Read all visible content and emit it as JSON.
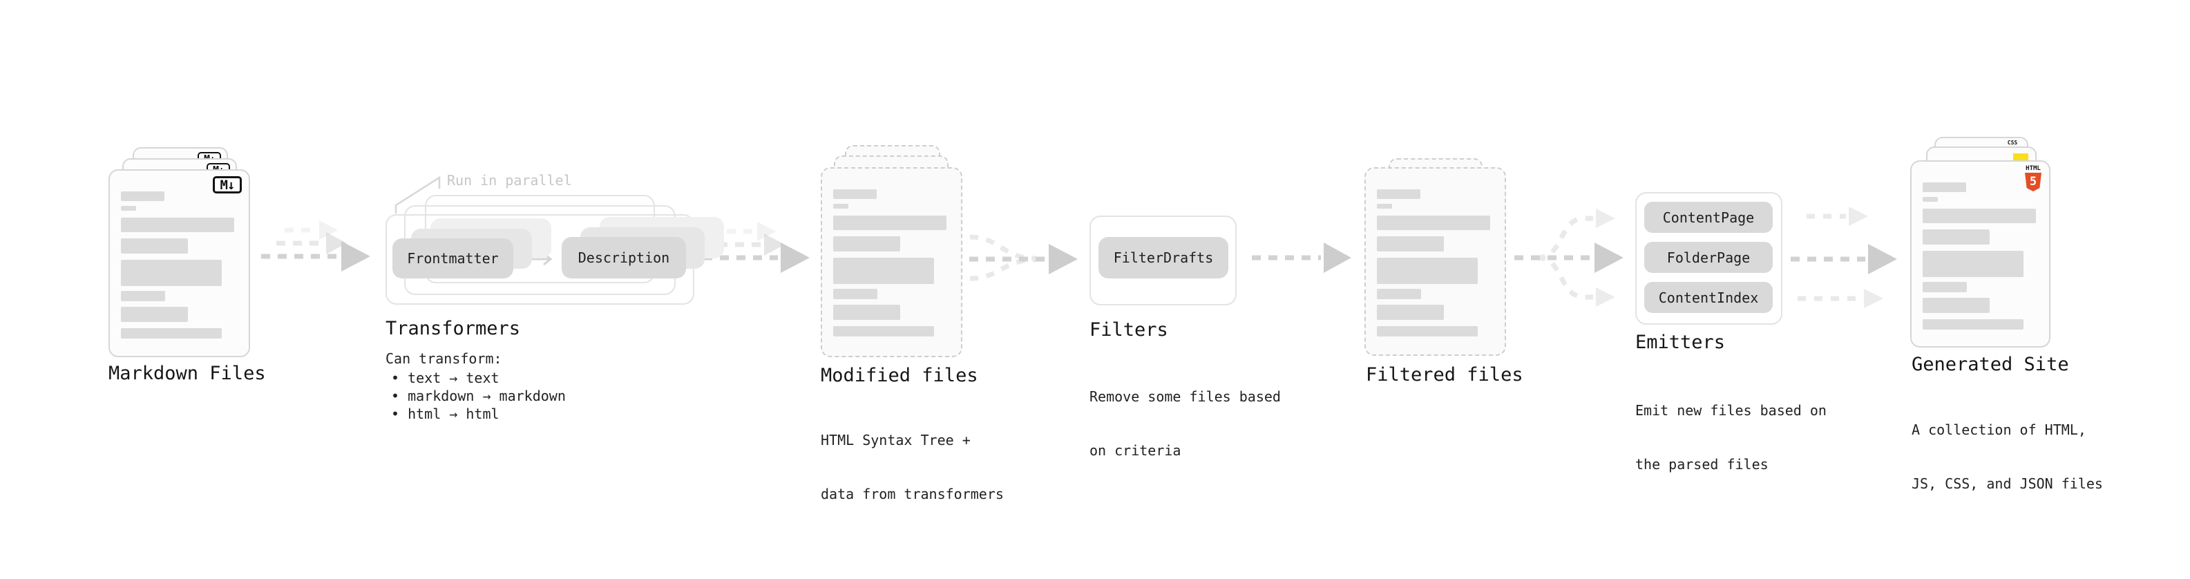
{
  "diagram": {
    "annotation": "Run in parallel",
    "stages": [
      {
        "name": "markdown-files",
        "label": "Markdown Files",
        "file_badge": "M↓"
      },
      {
        "name": "transformers",
        "label": "Transformers",
        "nodes": [
          "Frontmatter",
          "Description"
        ],
        "description_title": "Can transform:",
        "bullets": [
          "text → text",
          "markdown → markdown",
          "html → html"
        ]
      },
      {
        "name": "modified-files",
        "label": "Modified files",
        "description": [
          "HTML Syntax Tree +",
          "data from transformers"
        ]
      },
      {
        "name": "filters",
        "label": "Filters",
        "nodes": [
          "FilterDrafts"
        ],
        "description": [
          "Remove some files based",
          "on criteria"
        ]
      },
      {
        "name": "filtered-files",
        "label": "Filtered files"
      },
      {
        "name": "emitters",
        "label": "Emitters",
        "nodes": [
          "ContentPage",
          "FolderPage",
          "ContentIndex"
        ],
        "description": [
          "Emit new files based on",
          "the parsed files"
        ]
      },
      {
        "name": "generated-site",
        "label": "Generated Site",
        "description": [
          "A collection of HTML,",
          "JS, CSS, and JSON files"
        ],
        "file_badges": {
          "css_label": "CSS",
          "html_label": "HTML",
          "html5_numeral": "5"
        }
      }
    ],
    "colors": {
      "html5_orange": "#e44d26",
      "js_yellow": "#f7df1e",
      "css_blue": "#2862e9",
      "badge_black": "#111111",
      "arrow_gray": "#d2d2d2",
      "faint_gray": "#e7e7e7"
    }
  }
}
